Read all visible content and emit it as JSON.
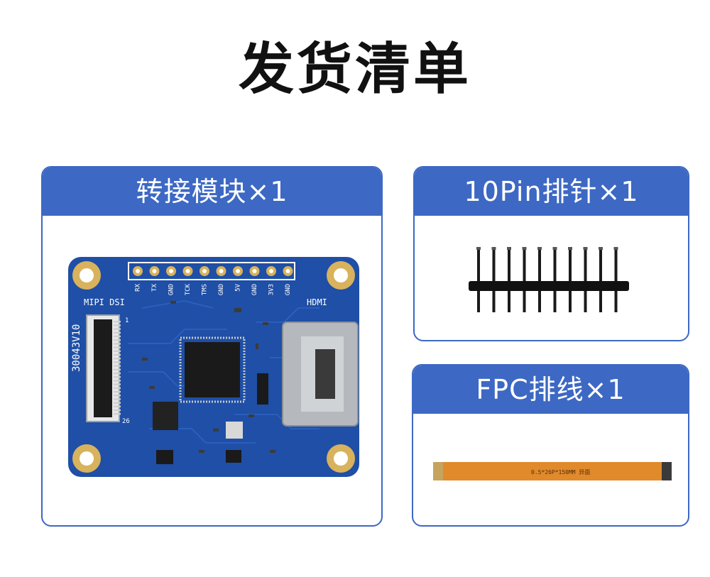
{
  "title": "发货清单",
  "items": [
    {
      "label": "转接模块×1",
      "board": {
        "silkscreen_top": [
          "RX",
          "TX",
          "GND",
          "TCK",
          "TMS",
          "GND",
          "5V",
          "GND",
          "3V3",
          "GND"
        ],
        "mipi_label": "MIPI DSI",
        "hdmi_label": "HDMI",
        "version_label": "30043V10",
        "pin_one": "1",
        "pin_end": "26"
      }
    },
    {
      "label": "10Pin排针×1",
      "pin_count": 10
    },
    {
      "label": "FPC排线×1",
      "cable_text": "0.5*26P*150MM 异面"
    }
  ],
  "colors": {
    "accent": "#3d68c4",
    "pcb": "#1f4fa6",
    "pad": "#d8b25c",
    "fpc": "#e08a2c"
  }
}
